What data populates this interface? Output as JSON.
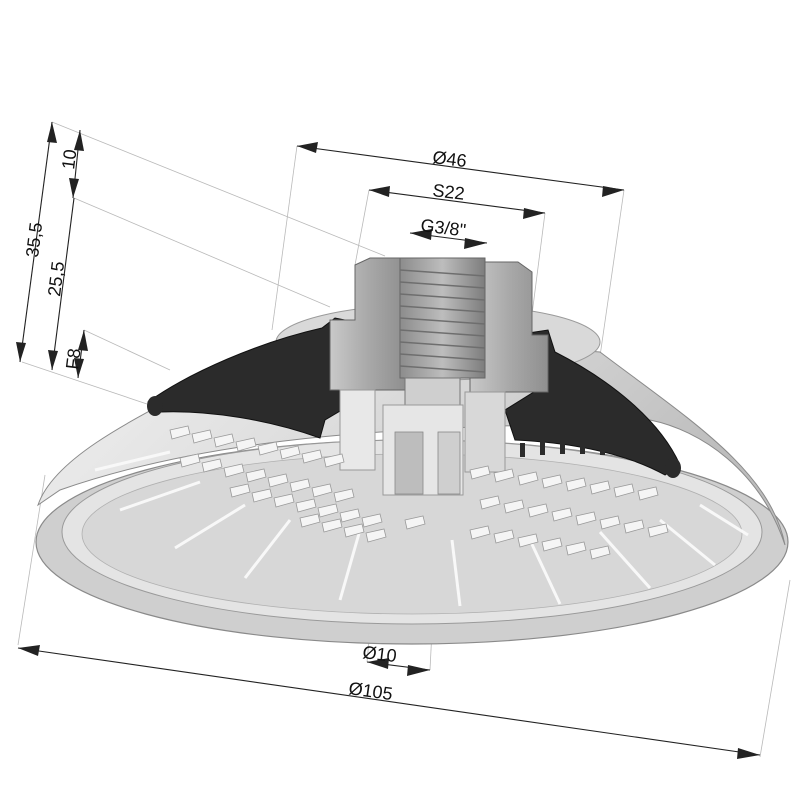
{
  "colors": {
    "background": "#ffffff",
    "body_light": "#e2e2e2",
    "body_mid": "#c8c8c8",
    "body_dark": "#a8a8a8",
    "rubber": "#2b2b2b",
    "fitting": "#b4b4b4",
    "dimension_line": "#222222",
    "extension_line": "#b9b9b9"
  },
  "dimensions": {
    "d46": "Ø46",
    "s22": "S22",
    "thread": "G3/8\"",
    "h10": "10",
    "h35_5": "35,5",
    "h25_5": "25,5",
    "f8": "F8",
    "d10": "Ø10",
    "d105": "Ø105"
  }
}
